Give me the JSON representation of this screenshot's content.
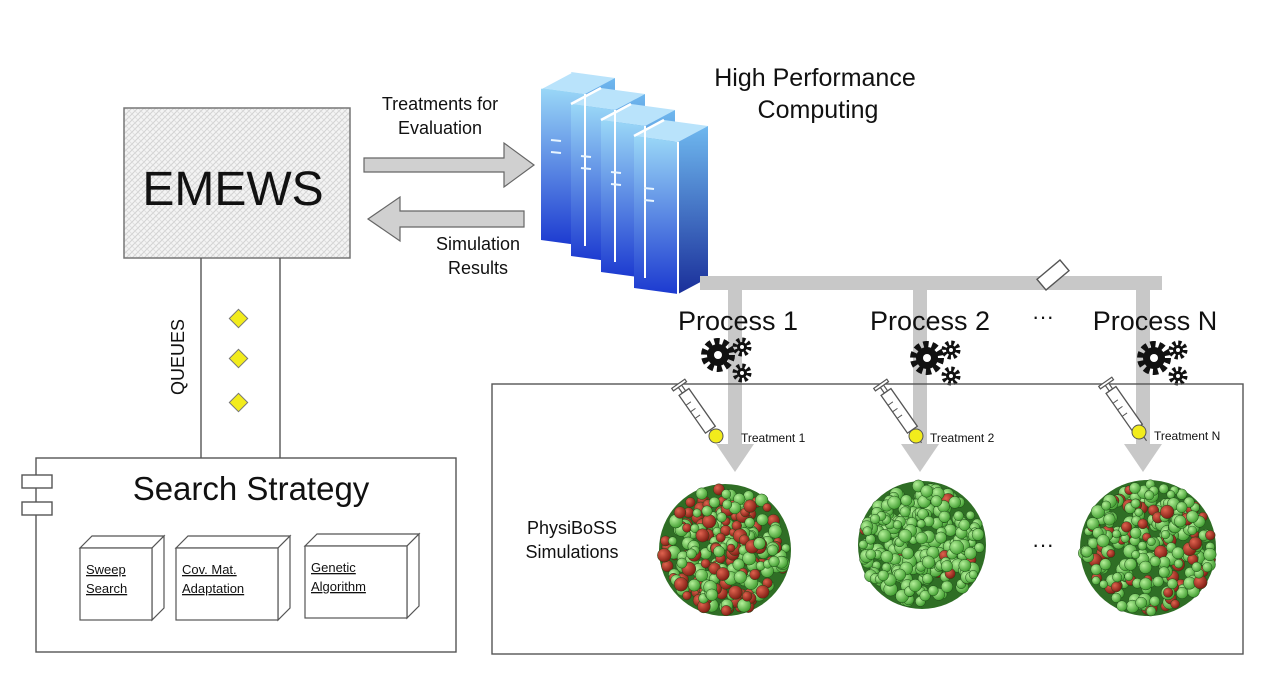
{
  "emews": {
    "title": "EMEWS"
  },
  "queues": {
    "label": "QUEUES"
  },
  "arrows": {
    "to_hpc": [
      "Treatments for",
      "Evaluation"
    ],
    "from_hpc": [
      "Simulation",
      "Results"
    ]
  },
  "hpc": {
    "label": [
      "High Performance",
      "Computing"
    ]
  },
  "processes": [
    {
      "label": "Process 1",
      "treatment": "Treatment 1"
    },
    {
      "label": "Process 2",
      "treatment": "Treatment 2"
    },
    {
      "label": "Process N",
      "treatment": "Treatment N"
    }
  ],
  "process_ellipsis": "···",
  "sim_ellipsis": "···",
  "simulations": {
    "label": [
      "PhysiBoSS",
      "Simulations"
    ]
  },
  "search_strategy": {
    "title": "Search Strategy",
    "methods": [
      {
        "lines": [
          "Sweep",
          "Search"
        ]
      },
      {
        "lines": [
          "Cov. Mat.",
          "Adaptation"
        ]
      },
      {
        "lines": [
          "Genetic",
          "Algorithm"
        ]
      }
    ]
  },
  "colors": {
    "server_light": "#8fd0f5",
    "server_dark": "#1f3fd0",
    "arrow_fill": "#d0d0d0",
    "pipe": "#c8c8c8",
    "diamond": "#f2ec1c",
    "cell_green": "#6ccf4e",
    "cell_red": "#b3281d"
  }
}
